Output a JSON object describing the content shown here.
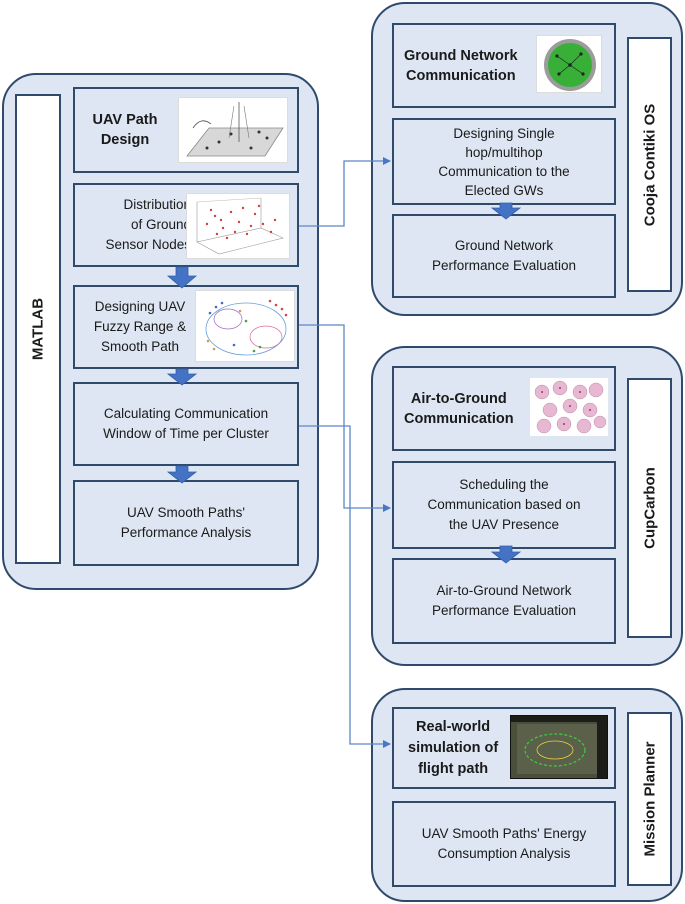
{
  "matlab": {
    "label": "MATLAB",
    "boxes": [
      {
        "id": "uav-path-design",
        "text": "UAV Path Design",
        "lines": [
          "UAV Path",
          "Design"
        ]
      },
      {
        "id": "distribution",
        "text": "Distribution of Ground Sensor Nodes",
        "lines": [
          "Distribution",
          "of Ground",
          "Sensor Nodes"
        ]
      },
      {
        "id": "fuzzy-range",
        "text": "Designing UAV Fuzzy Range & Smooth Path",
        "lines": [
          "Designing UAV",
          "Fuzzy Range &",
          "Smooth Path"
        ]
      },
      {
        "id": "comm-window",
        "text": "Calculating Communication Window of Time per Cluster",
        "lines": [
          "Calculating Communication",
          "Window of Time per Cluster"
        ]
      },
      {
        "id": "perf-analysis",
        "text": "UAV Smooth Paths' Performance Analysis",
        "lines": [
          "UAV Smooth Paths'",
          "Performance Analysis"
        ]
      }
    ]
  },
  "cooja": {
    "label": "Cooja Contiki OS",
    "boxes": [
      {
        "id": "ground-network-comm",
        "lines": [
          "Ground Network",
          "Communication"
        ]
      },
      {
        "id": "single-multihop",
        "lines": [
          "Designing Single",
          "hop/multihop",
          "Communication to the",
          "Elected GWs"
        ]
      },
      {
        "id": "ground-network-eval",
        "lines": [
          "Ground Network",
          "Performance Evaluation"
        ]
      }
    ]
  },
  "cupcarbon": {
    "label": "CupCarbon",
    "boxes": [
      {
        "id": "air-to-ground-comm",
        "lines": [
          "Air-to-Ground",
          "Communication"
        ]
      },
      {
        "id": "scheduling",
        "lines": [
          "Scheduling the",
          "Communication based on",
          "the UAV Presence"
        ]
      },
      {
        "id": "air-to-ground-eval",
        "lines": [
          "Air-to-Ground Network",
          "Performance Evaluation"
        ]
      }
    ]
  },
  "mission_planner": {
    "label": "Mission Planner",
    "boxes": [
      {
        "id": "real-world-sim",
        "lines": [
          "Real-world",
          "simulation of",
          "flight path"
        ]
      },
      {
        "id": "energy-analysis",
        "lines": [
          "UAV Smooth Paths' Energy",
          "Consumption Analysis"
        ]
      }
    ]
  },
  "colors": {
    "box_fill": "#dde6f2",
    "border": "#2f4a6b",
    "arrow": "#4472c4",
    "connector": "#5b87c9"
  }
}
